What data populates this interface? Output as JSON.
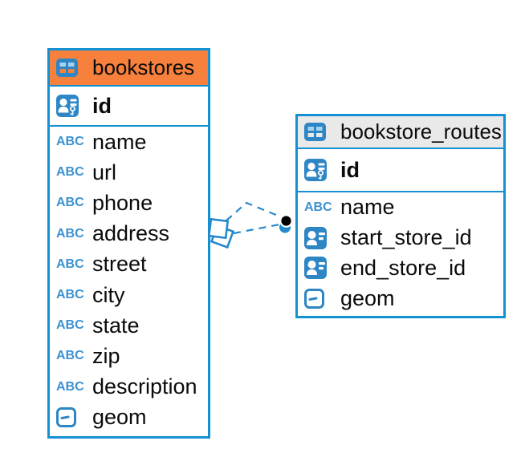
{
  "colors": {
    "accent_blue": "#1590d2",
    "relationship_line_blue": "#2589cb",
    "icon_blue": "#2e86c5",
    "icon_light_blue": "#a5d3f0",
    "type_badge_blue": "#3b92d0",
    "bookstores_header": "#f6803c",
    "routes_header": "#e9e9e9",
    "text": "#0b0b0b"
  },
  "type_badge_text": "ABC",
  "tables": [
    {
      "name": "bookstores",
      "header_color": "#f6803c",
      "columns": [
        {
          "label": "id",
          "type": "primary-key"
        },
        {
          "label": "name",
          "type": "text"
        },
        {
          "label": "url",
          "type": "text"
        },
        {
          "label": "phone",
          "type": "text"
        },
        {
          "label": "address",
          "type": "text"
        },
        {
          "label": "street",
          "type": "text"
        },
        {
          "label": "city",
          "type": "text"
        },
        {
          "label": "state",
          "type": "text"
        },
        {
          "label": "zip",
          "type": "text"
        },
        {
          "label": "description",
          "type": "text"
        },
        {
          "label": "geom",
          "type": "geometry"
        }
      ]
    },
    {
      "name": "bookstore_routes",
      "header_color": "#e9e9e9",
      "columns": [
        {
          "label": "id",
          "type": "primary-key"
        },
        {
          "label": "name",
          "type": "text"
        },
        {
          "label": "start_store_id",
          "type": "reference"
        },
        {
          "label": "end_store_id",
          "type": "reference"
        },
        {
          "label": "geom",
          "type": "geometry"
        }
      ]
    }
  ],
  "relationships": [
    {
      "style": "dashed",
      "route": "bent",
      "end_markers": "square-to-dot"
    },
    {
      "style": "dashed",
      "route": "straight",
      "end_markers": "square-to-dot"
    }
  ]
}
